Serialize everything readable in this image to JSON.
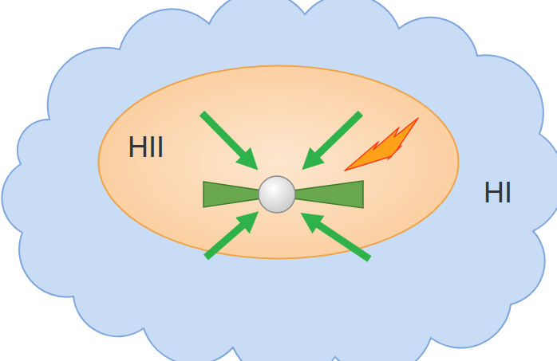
{
  "diagram": {
    "nodes": [
      {
        "text": [
          "HI"
        ]
      },
      {
        "text": [
          "HII"
        ],
        "in": 0
      }
    ]
  }
}
